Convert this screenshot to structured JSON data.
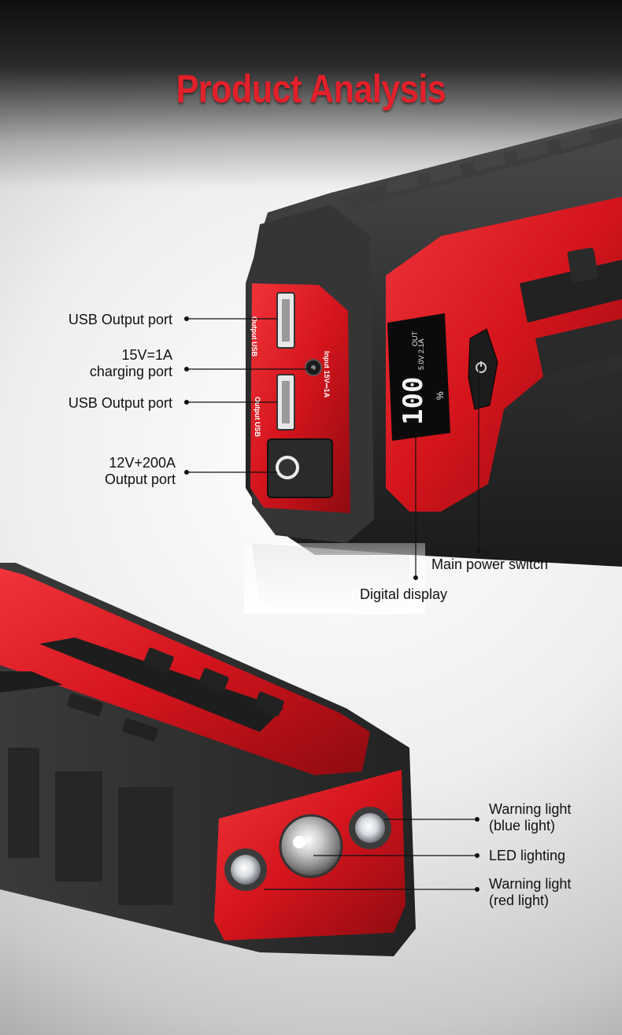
{
  "page": {
    "title": "Product Analysis"
  },
  "device": {
    "usb_port_1_text": "Output USB",
    "usb_port_2_text": "Output USB",
    "input_text": "Input 15V⎓1A",
    "display_out": "OUT",
    "display_specs": "5.0V 2.1A",
    "display_value": "100",
    "display_unit": "%"
  },
  "callouts": {
    "usb_output_1": "USB Output port",
    "charging_port_line1": "15V=1A",
    "charging_port_line2": "charging port",
    "usb_output_2": "USB Output port",
    "output_12v_line1": "12V+200A",
    "output_12v_line2": "Output port",
    "main_power_switch": "Main power switch",
    "digital_display": "Digital display",
    "warning_blue_line1": "Warning light",
    "warning_blue_line2": "(blue light)",
    "led_lighting": "LED lighting",
    "warning_red_line1": "Warning light",
    "warning_red_line2": "(red light)"
  },
  "colors": {
    "title_red": "#e3202a",
    "body_red": "#d3141c",
    "rubber_dark": "#2b2b2b"
  }
}
